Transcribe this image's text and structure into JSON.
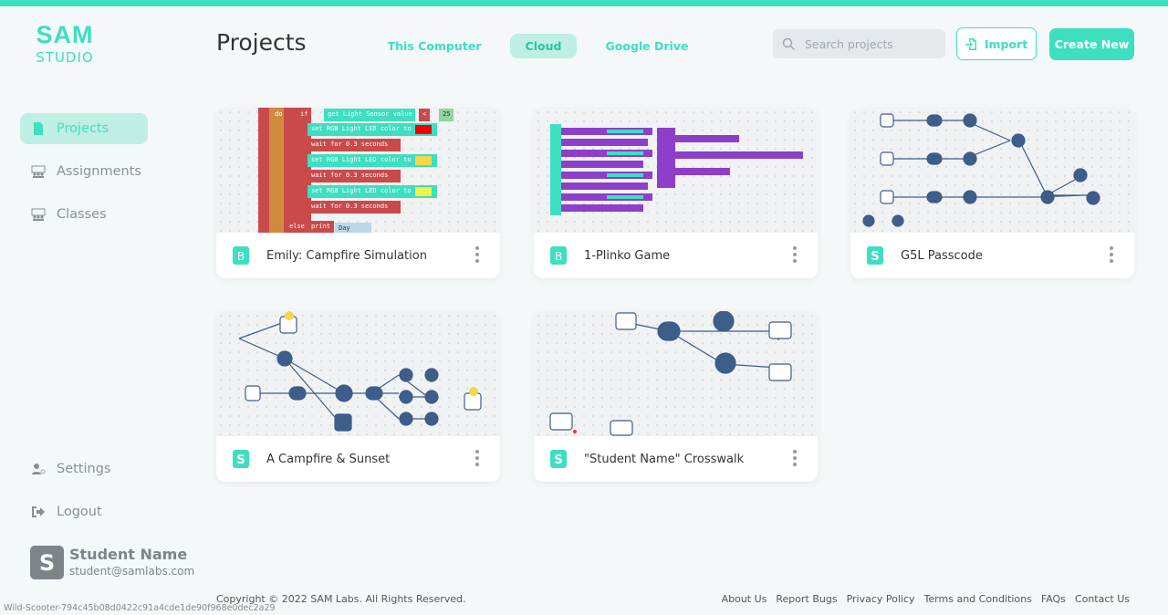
{
  "brand": {
    "logo_top": "SAM",
    "logo_bottom": "STUDIO"
  },
  "sidebar": {
    "items": [
      {
        "label": "Projects",
        "icon": "file-icon",
        "active": true
      },
      {
        "label": "Assignments",
        "icon": "classroom-icon"
      },
      {
        "label": "Classes",
        "icon": "classroom-icon"
      }
    ],
    "bottom": [
      {
        "label": "Settings",
        "icon": "user-gear-icon"
      },
      {
        "label": "Logout",
        "icon": "logout-icon"
      }
    ],
    "user": {
      "initial": "S",
      "name": "Student Name",
      "email": "student@samlabs.com"
    }
  },
  "header": {
    "title": "Projects",
    "tabs": [
      {
        "label": "This Computer"
      },
      {
        "label": "Cloud",
        "active": true
      },
      {
        "label": "Google Drive"
      }
    ],
    "search_placeholder": "Search projects",
    "import_label": "Import",
    "create_label": "Create New"
  },
  "projects": [
    {
      "name": "Emily: Campfire Simulation",
      "type": "blockly",
      "code": [
        "do",
        "if",
        "get Light Sensor value",
        "<",
        "25",
        "set RGB Light LED color to",
        "wait for",
        "0.3",
        "seconds",
        "else",
        "print",
        "Day"
      ]
    },
    {
      "name": "1-Plinko Game",
      "type": "blockly"
    },
    {
      "name": "G5L Passcode",
      "type": "sam"
    },
    {
      "name": "A Campfire & Sunset",
      "type": "sam"
    },
    {
      "name": "\"Student Name\" Crosswalk",
      "type": "sam"
    }
  ],
  "footer": {
    "copyright": "Copyright © 2022 SAM Labs. All Rights Reserved.",
    "links": [
      "About Us",
      "Report Bugs",
      "Privacy Policy",
      "Terms and Conditions",
      "FAQs",
      "Contact Us"
    ],
    "build_id": "Wild-Scooter-794c45b08d0422c91a4cde1de90f968e0dec2a29"
  },
  "colors": {
    "accent": "#3ddfc0",
    "accent_light": "#bfeee5",
    "block_red": "#c94a4a",
    "block_teal": "#3ddfc0",
    "block_purple": "#8d3fc9",
    "node_blue": "#3d5d8a"
  }
}
